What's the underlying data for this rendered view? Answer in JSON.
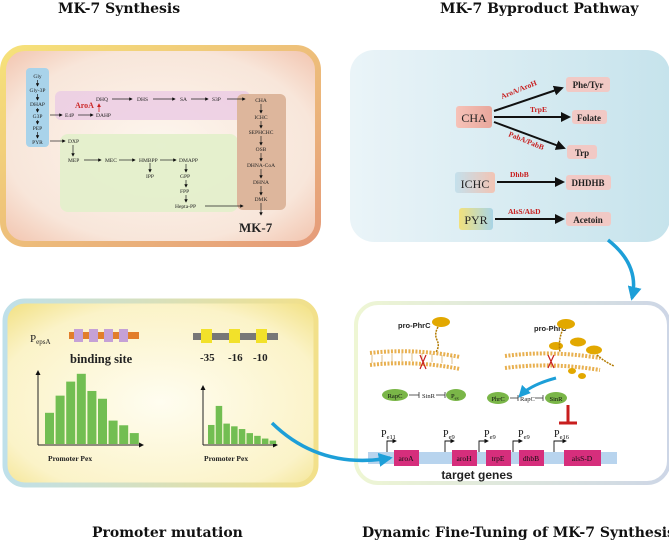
{
  "titles": {
    "synthesis": "MK-7 Synthesis",
    "byproduct": "MK-7 Byproduct Pathway",
    "promoter": "Promoter mutation",
    "tuning": "Dynamic Fine-Tuning of MK-7 Synthesis"
  },
  "synthesis": {
    "glycolysis": [
      "Gly",
      "Gly-3P",
      "DHAP",
      "G3P",
      "PEP",
      "PYR"
    ],
    "e4p": "E4P",
    "aroa": "AroA",
    "dahp": "DAHP",
    "shikimate": [
      "DHQ",
      "DHS",
      "SA",
      "S3P"
    ],
    "mep": [
      "DXP",
      "MEP",
      "MEC",
      "HMBPP",
      "DMAPP",
      "IPP",
      "GPP",
      "FPP",
      "Hepta-PP"
    ],
    "menaquinone": [
      "CHA",
      "ICHC",
      "SEPHCHC",
      "OSB",
      "DHNA-CoA",
      "DHNA",
      "DMK"
    ],
    "product": "MK-7"
  },
  "byproduct": {
    "cha": "CHA",
    "ichc": "ICHC",
    "pyr": "PYR",
    "enzymes": [
      "AroA/AroH",
      "TrpE",
      "PabA/PabB",
      "DhbB",
      "AlsS/AlsD"
    ],
    "products": [
      "Phe/Tyr",
      "Folate",
      "Trp",
      "DHDHB",
      "Acetoin"
    ]
  },
  "promoter": {
    "pepsa_main": "P",
    "pepsa_sub": "epsA",
    "binding_site": "binding site",
    "regions": [
      "-35",
      "-16",
      "-10"
    ],
    "xlabel": "Promoter Pex"
  },
  "tuning": {
    "prophrc": "pro-PhrC",
    "rapc": "RapC",
    "sinr": "SinR",
    "pex_main": "P",
    "pex_sub": "ex",
    "phrc": "PhrC",
    "promoters": [
      {
        "main": "P",
        "sub": "e11"
      },
      {
        "main": "P",
        "sub": "e9"
      },
      {
        "main": "P",
        "sub": "e9"
      },
      {
        "main": "P",
        "sub": "e9"
      },
      {
        "main": "P",
        "sub": "e16"
      }
    ],
    "genes": [
      "aroA",
      "aroH",
      "trpE",
      "dhbB",
      "alsS-D"
    ],
    "target": "target genes"
  },
  "histograms": {
    "left": [
      0.4,
      0.62,
      0.8,
      0.9,
      0.68,
      0.58,
      0.3,
      0.24,
      0.14
    ],
    "right": [
      0.28,
      0.56,
      0.3,
      0.26,
      0.22,
      0.16,
      0.12,
      0.08,
      0.05
    ]
  }
}
